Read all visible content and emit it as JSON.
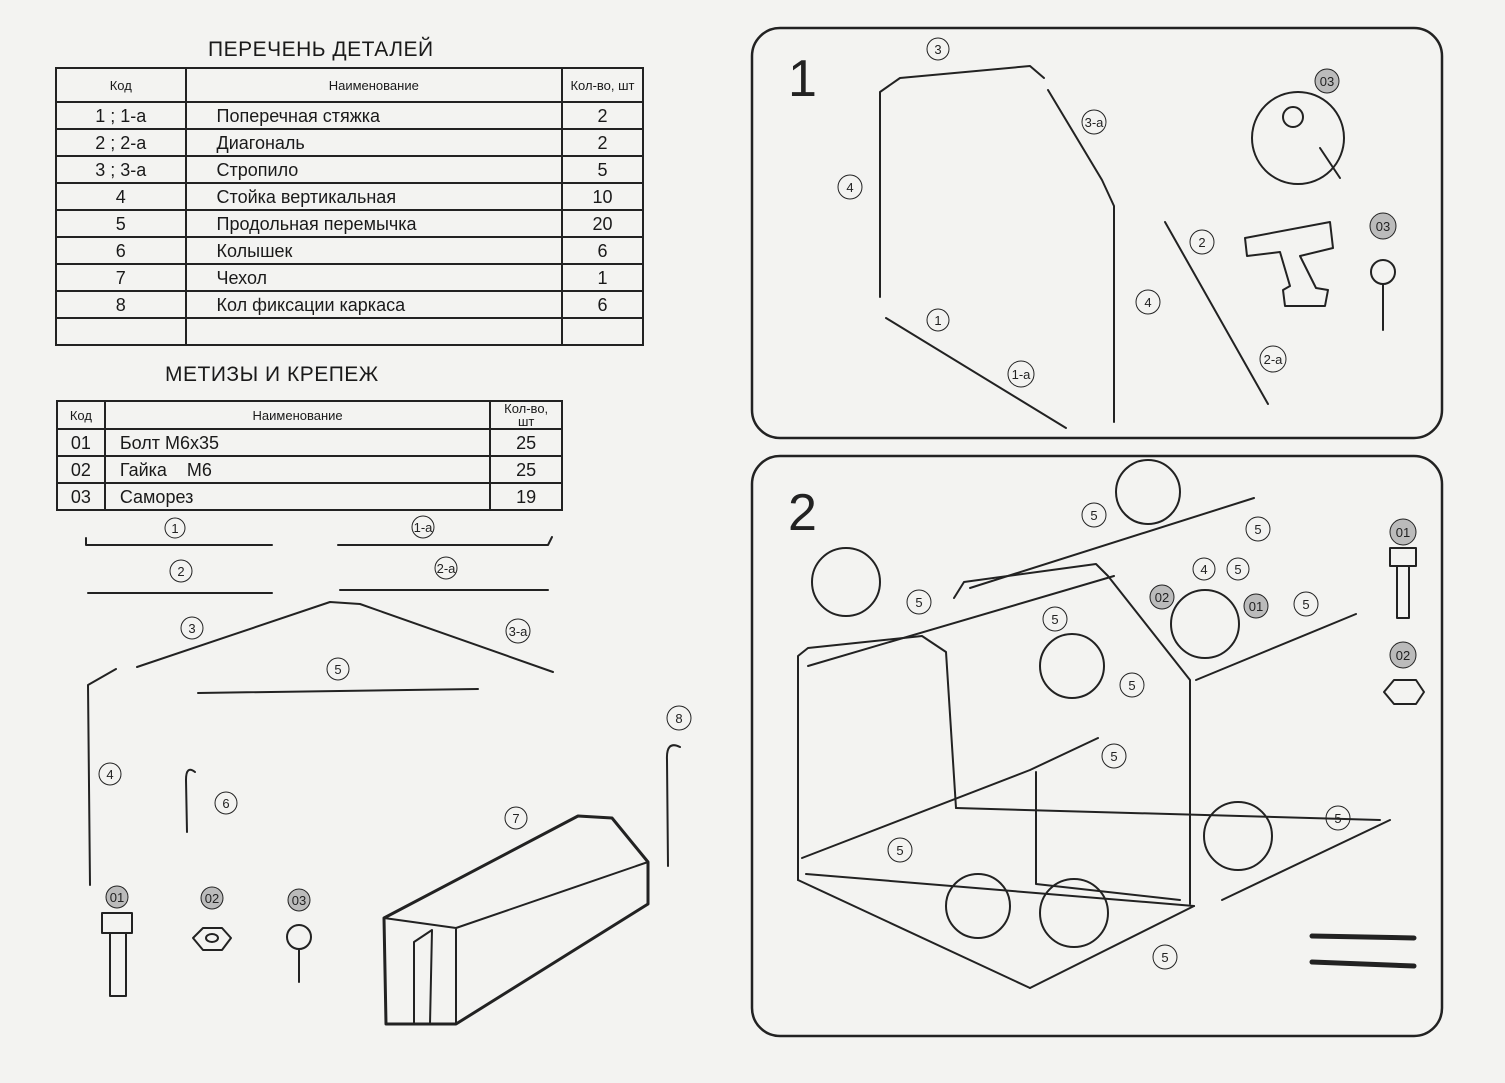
{
  "parts_title": "ПЕРЕЧЕНЬ ДЕТАЛЕЙ",
  "parts_headers": {
    "code": "Код",
    "name": "Наименование",
    "qty": "Кол-во, шт"
  },
  "parts": [
    {
      "code": "1 ; 1-а",
      "name": "Поперечная стяжка",
      "qty": "2"
    },
    {
      "code": "2 ; 2-а",
      "name": "Диагональ",
      "qty": "2"
    },
    {
      "code": "3 ; 3-а",
      "name": "Стропило",
      "qty": "5"
    },
    {
      "code": "4",
      "name": "Стойка вертикальная",
      "qty": "10"
    },
    {
      "code": "5",
      "name": "Продольная перемычка",
      "qty": "20"
    },
    {
      "code": "6",
      "name": "Колышек",
      "qty": "6"
    },
    {
      "code": "7",
      "name": "Чехол",
      "qty": "1"
    },
    {
      "code": "8",
      "name": "Кол фиксации каркаса",
      "qty": "6"
    }
  ],
  "hardware_title": "МЕТИЗЫ И КРЕПЕЖ",
  "hardware_headers": {
    "code": "Код",
    "name": "Наименование",
    "qty": "Кол-во, шт"
  },
  "hardware": [
    {
      "code": "01",
      "name": "Болт М6х35",
      "qty": "25"
    },
    {
      "code": "02",
      "name": "Гайка    М6",
      "qty": "25"
    },
    {
      "code": "03",
      "name": "Саморез",
      "qty": "19"
    }
  ],
  "step1": {
    "number": "1"
  },
  "step2": {
    "number": "2"
  },
  "labels": {
    "p1": "1",
    "p1a": "1-а",
    "p2": "2",
    "p2a": "2-а",
    "p3": "3",
    "p3a": "3-а",
    "p4": "4",
    "p5": "5",
    "p6": "6",
    "p7": "7",
    "p8": "8",
    "h01": "01",
    "h02": "02",
    "h03": "03"
  }
}
